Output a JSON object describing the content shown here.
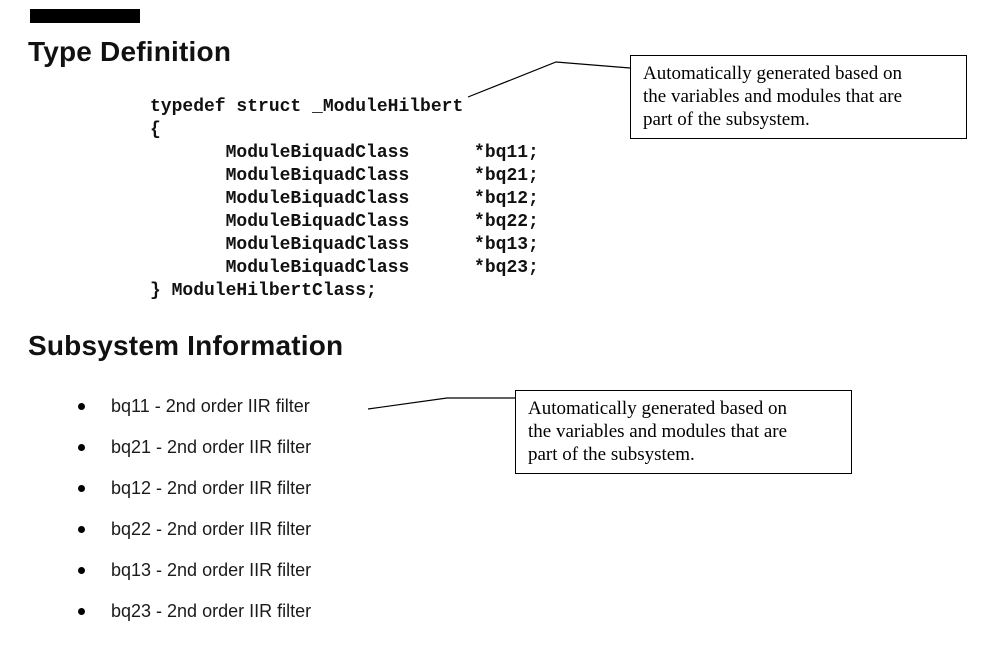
{
  "type_definition": {
    "heading": "Type Definition",
    "code_lines": [
      "typedef struct _ModuleHilbert",
      "{",
      "       ModuleBiquadClass      *bq11;",
      "       ModuleBiquadClass      *bq21;",
      "       ModuleBiquadClass      *bq12;",
      "       ModuleBiquadClass      *bq22;",
      "       ModuleBiquadClass      *bq13;",
      "       ModuleBiquadClass      *bq23;",
      "} ModuleHilbertClass;"
    ],
    "callout_lines": [
      "Automatically generated based on",
      "the variables and modules that are",
      "part of the subsystem."
    ]
  },
  "subsystem_information": {
    "heading": "Subsystem Information",
    "items": [
      "bq11 - 2nd order IIR filter",
      "bq21 - 2nd order IIR filter",
      "bq12 - 2nd order IIR filter",
      "bq22 - 2nd order IIR filter",
      "bq13 - 2nd order IIR filter",
      "bq23 - 2nd order IIR filter"
    ],
    "callout_lines": [
      "Automatically generated based on",
      "the variables and modules that are",
      "part of the subsystem."
    ]
  },
  "icons": {
    "bullet": "filled-circle"
  },
  "colors": {
    "text": "#000000",
    "background": "#ffffff",
    "callout_border": "#000000"
  }
}
